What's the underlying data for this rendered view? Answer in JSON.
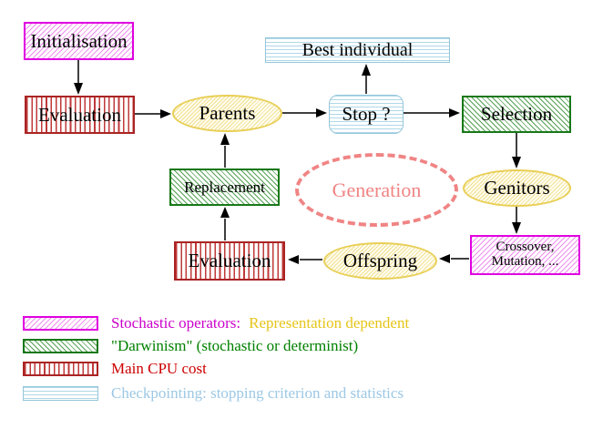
{
  "nodes": {
    "initialisation": "Initialisation",
    "evaluation_top": "Evaluation",
    "parents": "Parents",
    "best_individual": "Best individual",
    "stop": "Stop ?",
    "selection": "Selection",
    "genitors": "Genitors",
    "crossover_line1": "Crossover,",
    "crossover_line2": "Mutation, ...",
    "offspring": "Offspring",
    "evaluation_bottom": "Evaluation",
    "replacement": "Replacement",
    "generation": "Generation"
  },
  "legend": {
    "items": [
      {
        "swatch": "magenta-diagonal-hatch",
        "label": "Stochastic operators:",
        "suffix": "Representation dependent"
      },
      {
        "swatch": "green-diagonal-hatch",
        "label": "\"Darwinism\" (stochastic or determinist)",
        "suffix": ""
      },
      {
        "swatch": "red-vertical-stripes",
        "label": "Main CPU cost",
        "suffix": ""
      },
      {
        "swatch": "cyan-horizontal-lines",
        "label": "Checkpointing: stopping criterion and statistics",
        "suffix": ""
      }
    ]
  },
  "colors": {
    "magenta_border": "#e000e0",
    "green_border": "#187818",
    "red_border": "#aa2424",
    "cyan_border": "#96c6da",
    "yellow_border": "#e8cf56",
    "generation_coral": "#f08484",
    "legend_magenta_text": "#cc00cc",
    "legend_yellow_text": "#e6c519",
    "legend_green_text": "#008000",
    "legend_red_text": "#cc0000",
    "legend_cyan_text": "#9cc8e4",
    "arrow_black": "#000000"
  }
}
